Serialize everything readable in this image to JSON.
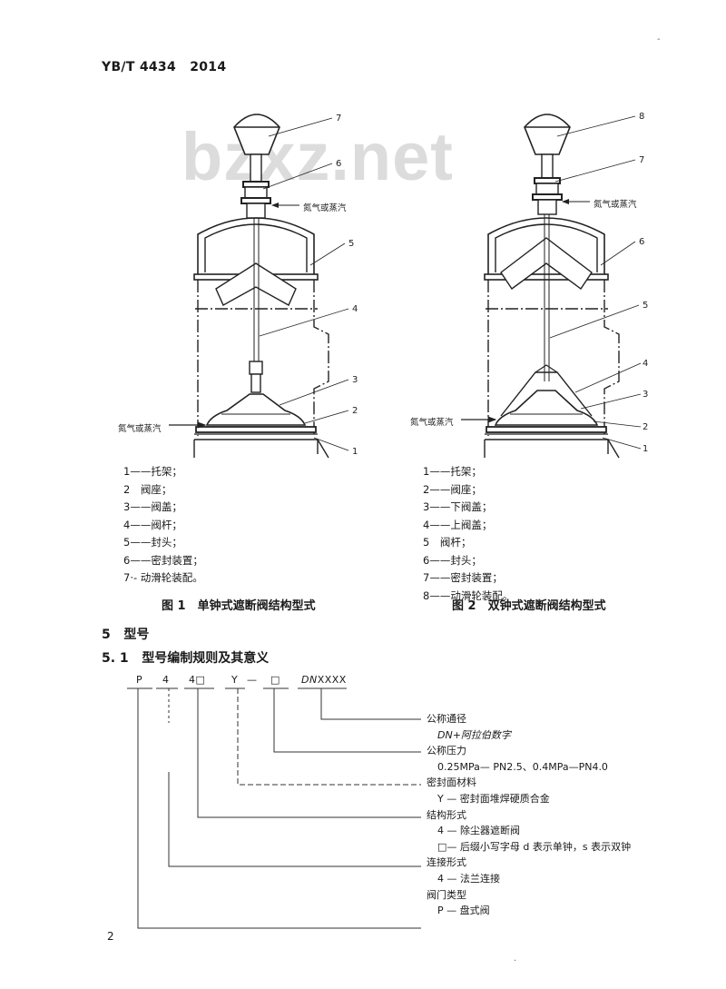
{
  "header": {
    "code": "YB/T 4434",
    "year": "2014"
  },
  "watermark": "bzxz.net",
  "figure1": {
    "callouts": [
      "7",
      "6",
      "5",
      "4",
      "3",
      "2",
      "1"
    ],
    "gas_label_top": "氮气或蒸汽",
    "gas_label_side": "氮气或蒸汽",
    "legend": [
      "1——托架；",
      "2　阀座；",
      "3——阀盖；",
      "4——阀杆；",
      "5——封头；",
      "6——密封装置；",
      "7·- 动滑轮装配。"
    ],
    "caption": "图 1　单钟式遮断阀结构型式"
  },
  "figure2": {
    "callouts": [
      "8",
      "7",
      "6",
      "5",
      "4",
      "3",
      "2",
      "1"
    ],
    "gas_label_top": "氮气或蒸汽",
    "gas_label_side": "氮气或蒸汽",
    "legend": [
      "1——托架；",
      "2——阀座；",
      "3——下阀盖；",
      "4——上阀盖；",
      "5　阀杆；",
      "6——封头；",
      "7——密封装置；",
      "8——动滑轮装配。"
    ],
    "caption": "图 2　双钟式遮断阀结构型式"
  },
  "section5": {
    "number": "5",
    "title": "型号"
  },
  "section51": {
    "number": "5. 1",
    "title": "型号编制规则及其意义"
  },
  "model_code": {
    "p": "P",
    "c1": "4",
    "c2": "4□",
    "c3": "Y",
    "dash": "—",
    "c4": "□",
    "dn": "DN",
    "dn_x": "XXXX"
  },
  "model_desc": [
    "公称通径",
    "DN+阿拉伯数字",
    "公称压力",
    "0.25MPa— PN2.5、0.4MPa—PN4.0",
    "密封面材料",
    "Y — 密封面堆焊硬质合金",
    "结构形式",
    "4 — 除尘器遮断阀",
    "□— 后缀小写字母 d 表示单钟，s 表示双钟",
    "连接形式",
    "4 — 法兰连接",
    "阀门类型",
    "P — 盘式阀"
  ],
  "page_number": "2"
}
